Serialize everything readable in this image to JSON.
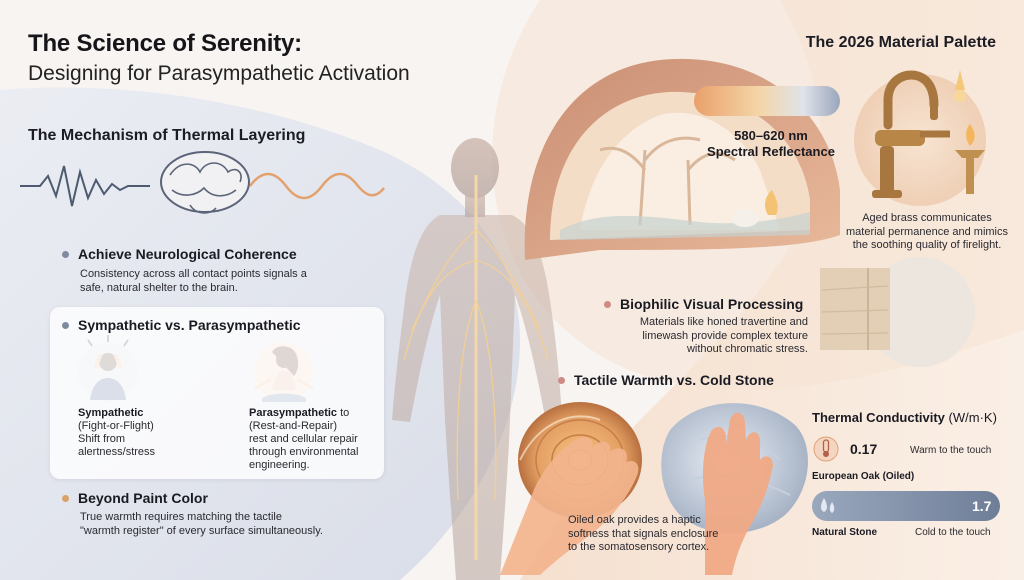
{
  "header": {
    "title": "The Science of Serenity:",
    "subtitle": "Designing for Parasympathetic Activation"
  },
  "left": {
    "section_title": "The Mechanism of Thermal Layering",
    "coherence": {
      "title": "Achieve Neurological Coherence",
      "text1": "Consistency across all contact points signals a",
      "text2": "safe, natural shelter to the brain."
    },
    "comparison": {
      "title": "Sympathetic vs. Parasympathetic",
      "sympathetic": {
        "label": "Sympathetic",
        "line1": "(Fight-or-Flight)",
        "line2": "Shift from",
        "line3": "alertness/stress"
      },
      "parasympathetic": {
        "label": "Parasympathetic",
        "label_suffix": " to",
        "line1": "(Rest-and-Repair)",
        "line2": "rest and cellular repair",
        "line3": "through environmental",
        "line4": "engineering."
      }
    },
    "paint": {
      "title": "Beyond Paint Color",
      "text1": "True warmth requires matching the tactile",
      "text2": "\"warmth register\" of every surface simultaneously."
    }
  },
  "right": {
    "section_title": "The 2026 Material Palette",
    "spectral": {
      "line1": "580–620 nm",
      "line2": "Spectral Reflectance"
    },
    "brass": {
      "line1": "Aged brass communicates",
      "line2": "material permanence and mimics",
      "line3": "the soothing quality of firelight."
    },
    "biophilic": {
      "title": "Biophilic Visual Processing",
      "line1": "Materials like honed travertine and",
      "line2": "limewash provide complex texture",
      "line3": "without chromatic stress."
    },
    "tactile": {
      "title": "Tactile Warmth vs. Cold Stone",
      "line1": "Oiled oak provides a haptic",
      "line2": "softness that signals enclosure",
      "line3": "to the somatosensory cortex."
    },
    "thermal": {
      "title": "Thermal Conductivity",
      "unit": " (W/m·K)",
      "oak": {
        "value": "0.17",
        "note": "Warm to the touch",
        "label": "European Oak (Oiled)"
      },
      "stone": {
        "value": "1.7",
        "note": "Cold to the touch",
        "label": "Natural Stone"
      }
    }
  },
  "colors": {
    "accent_warm": "#e0a276",
    "accent_cool": "#7f8fa8",
    "bullet_blue": "#7d8aa0",
    "bullet_rose": "#cf8a84",
    "bullet_amber": "#d9a267"
  },
  "icons": [
    "brain-icon",
    "heartbeat-wave-icon",
    "human-figure-icon",
    "stressed-person-icon",
    "meditating-person-icon",
    "faucet-icon",
    "candle-icon",
    "wood-slice-icon",
    "hand-icon",
    "thermometer-icon",
    "water-drops-icon"
  ]
}
